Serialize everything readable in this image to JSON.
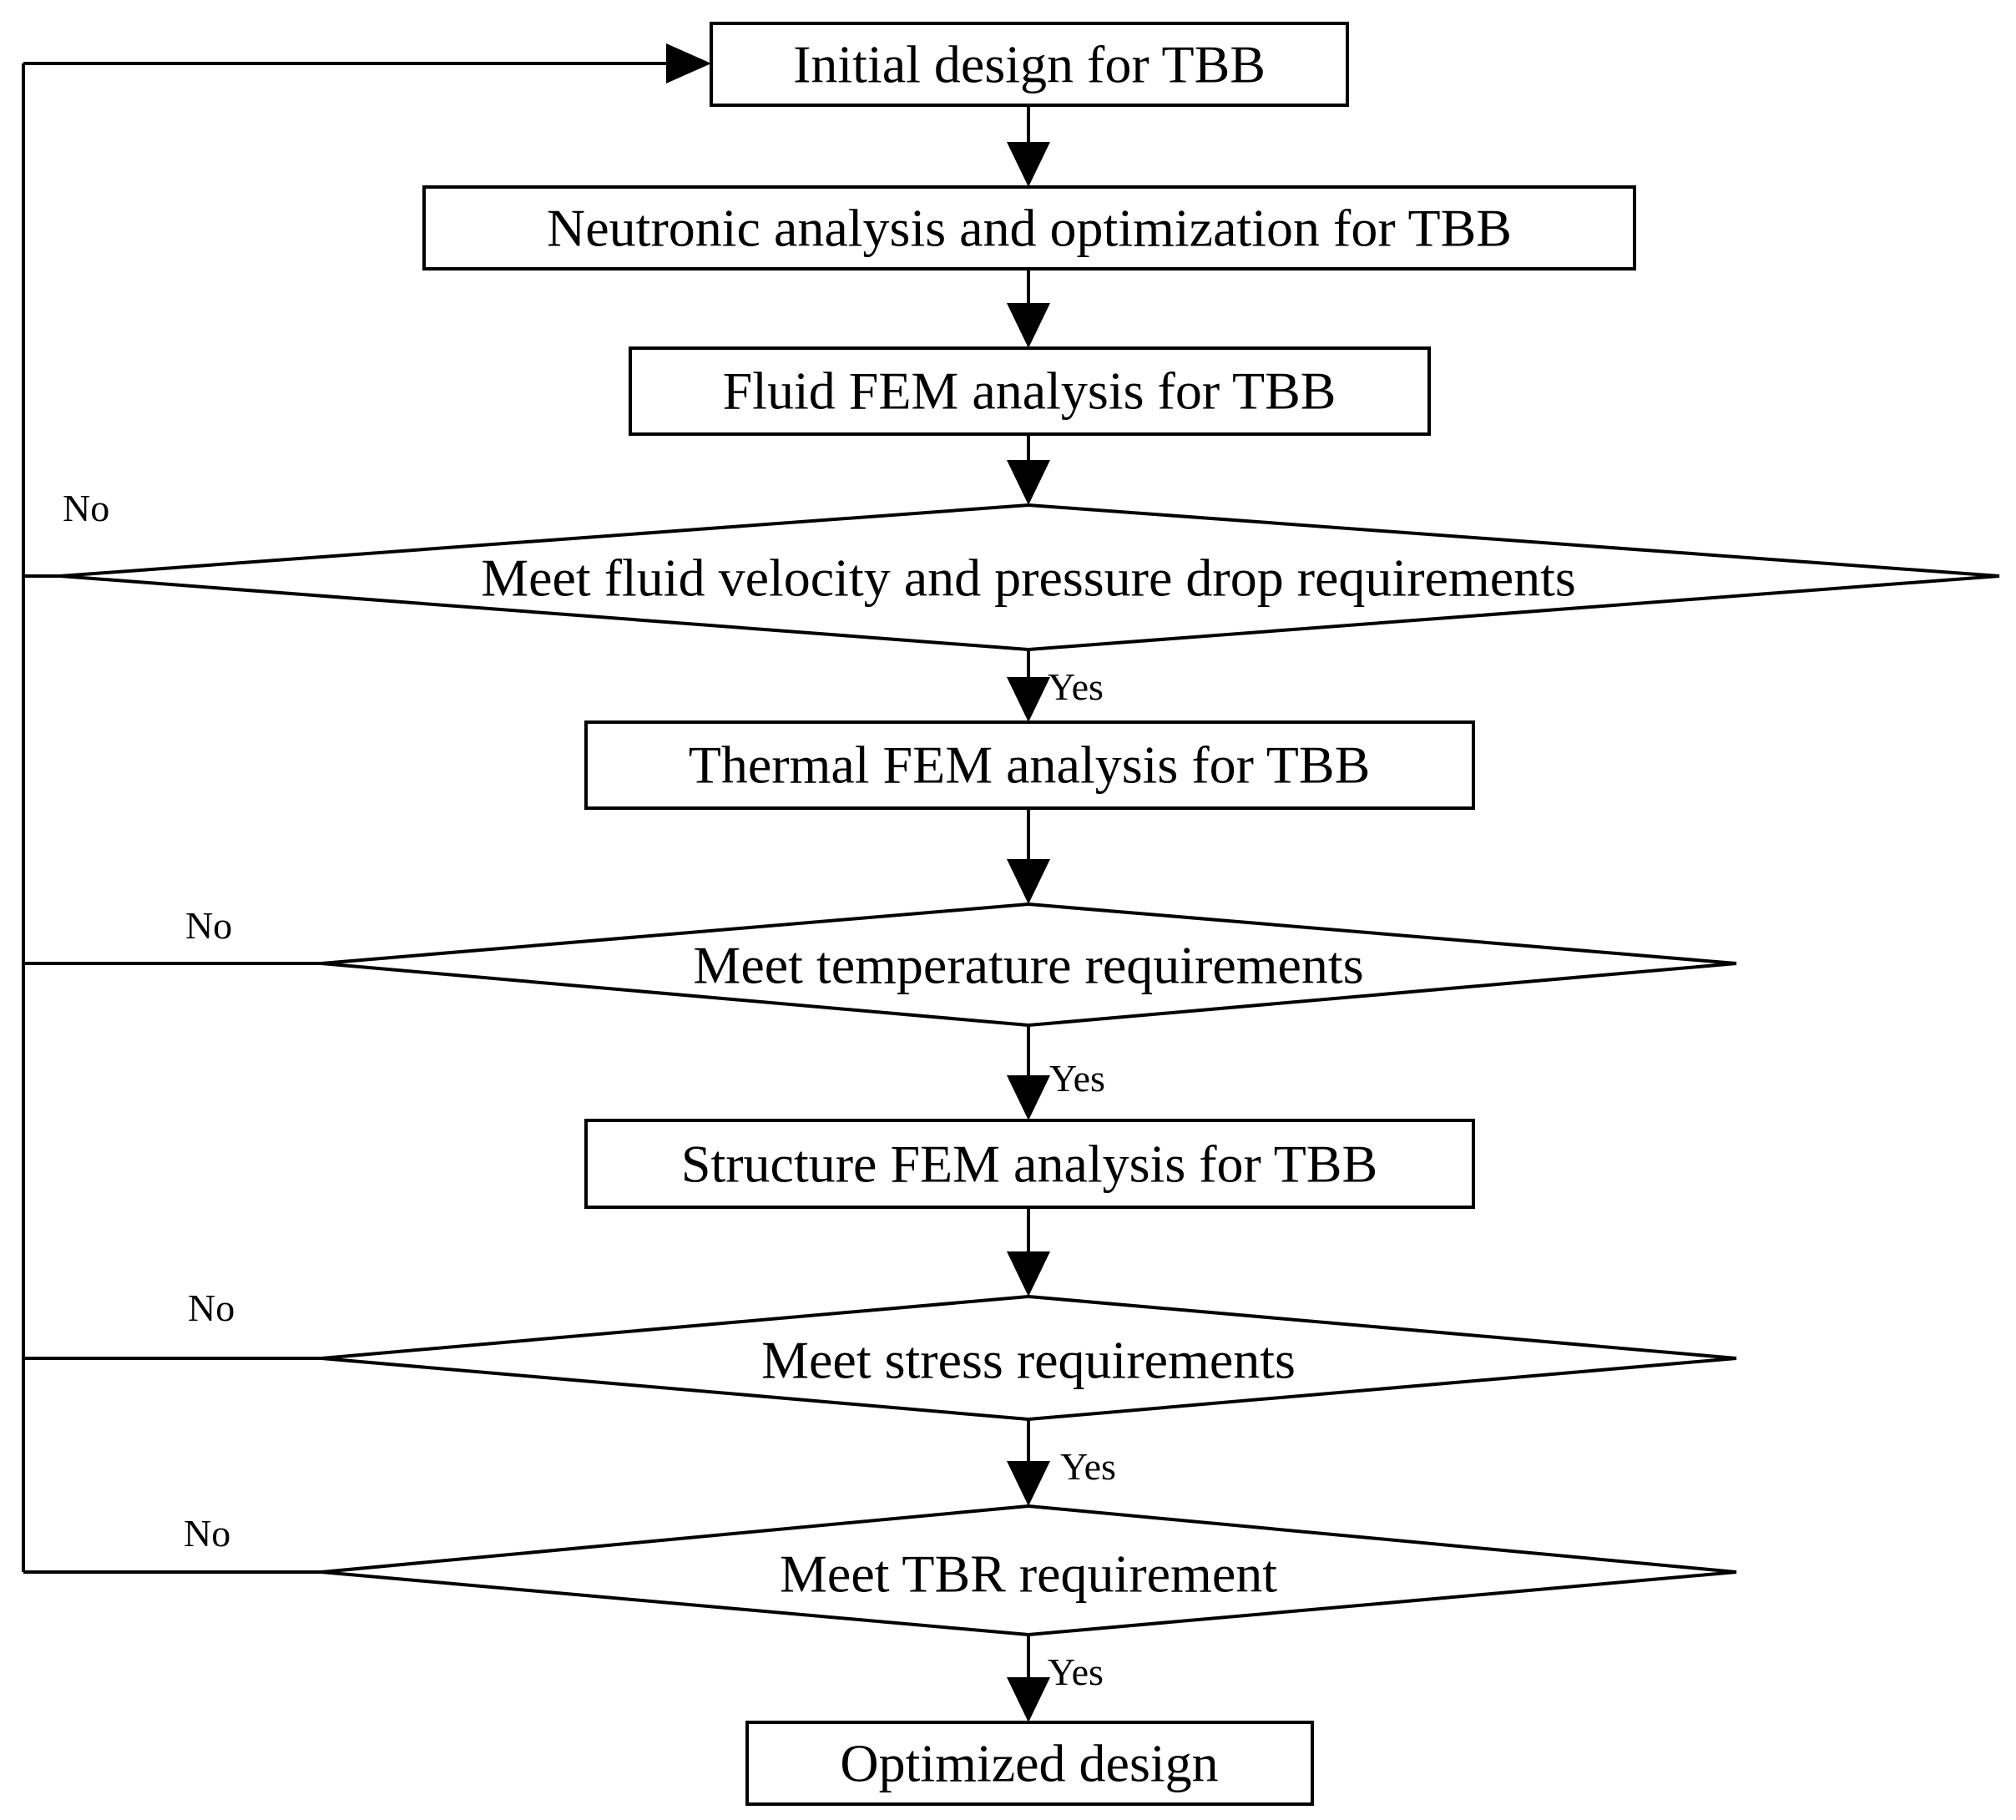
{
  "nodes": [
    {
      "id": "initial",
      "type": "process",
      "label": "Initial design for TBB"
    },
    {
      "id": "neutronic",
      "type": "process",
      "label": "Neutronic analysis and optimization for TBB"
    },
    {
      "id": "fluid",
      "type": "process",
      "label": "Fluid FEM analysis for TBB"
    },
    {
      "id": "dec_fluid",
      "type": "decision",
      "label": "Meet fluid velocity and pressure drop requirements"
    },
    {
      "id": "thermal",
      "type": "process",
      "label": "Thermal FEM analysis for TBB"
    },
    {
      "id": "dec_temp",
      "type": "decision",
      "label": "Meet temperature requirements"
    },
    {
      "id": "structure",
      "type": "process",
      "label": "Structure FEM analysis for TBB"
    },
    {
      "id": "dec_stress",
      "type": "decision",
      "label": "Meet stress requirements"
    },
    {
      "id": "dec_tbr",
      "type": "decision",
      "label": "Meet TBR requirement"
    },
    {
      "id": "optimized",
      "type": "process",
      "label": "Optimized design"
    }
  ],
  "edges": [
    {
      "id": "e1",
      "from": "initial",
      "to": "neutronic",
      "label": ""
    },
    {
      "id": "e2",
      "from": "neutronic",
      "to": "fluid",
      "label": ""
    },
    {
      "id": "e3",
      "from": "fluid",
      "to": "dec_fluid",
      "label": ""
    },
    {
      "id": "e4",
      "from": "dec_fluid",
      "to": "thermal",
      "label": "Yes"
    },
    {
      "id": "e5",
      "from": "thermal",
      "to": "dec_temp",
      "label": ""
    },
    {
      "id": "e6",
      "from": "dec_temp",
      "to": "structure",
      "label": "Yes"
    },
    {
      "id": "e7",
      "from": "structure",
      "to": "dec_stress",
      "label": ""
    },
    {
      "id": "e8",
      "from": "dec_stress",
      "to": "dec_tbr",
      "label": "Yes"
    },
    {
      "id": "e9",
      "from": "dec_tbr",
      "to": "optimized",
      "label": "Yes"
    },
    {
      "id": "e10",
      "from": "dec_fluid",
      "to": "initial",
      "label": "No"
    },
    {
      "id": "e11",
      "from": "dec_temp",
      "to": "initial",
      "label": "No"
    },
    {
      "id": "e12",
      "from": "dec_stress",
      "to": "initial",
      "label": "No"
    },
    {
      "id": "e13",
      "from": "dec_tbr",
      "to": "initial",
      "label": "No"
    }
  ],
  "colors": {
    "stroke": "#000000",
    "fill": "#ffffff",
    "text": "#000000"
  }
}
